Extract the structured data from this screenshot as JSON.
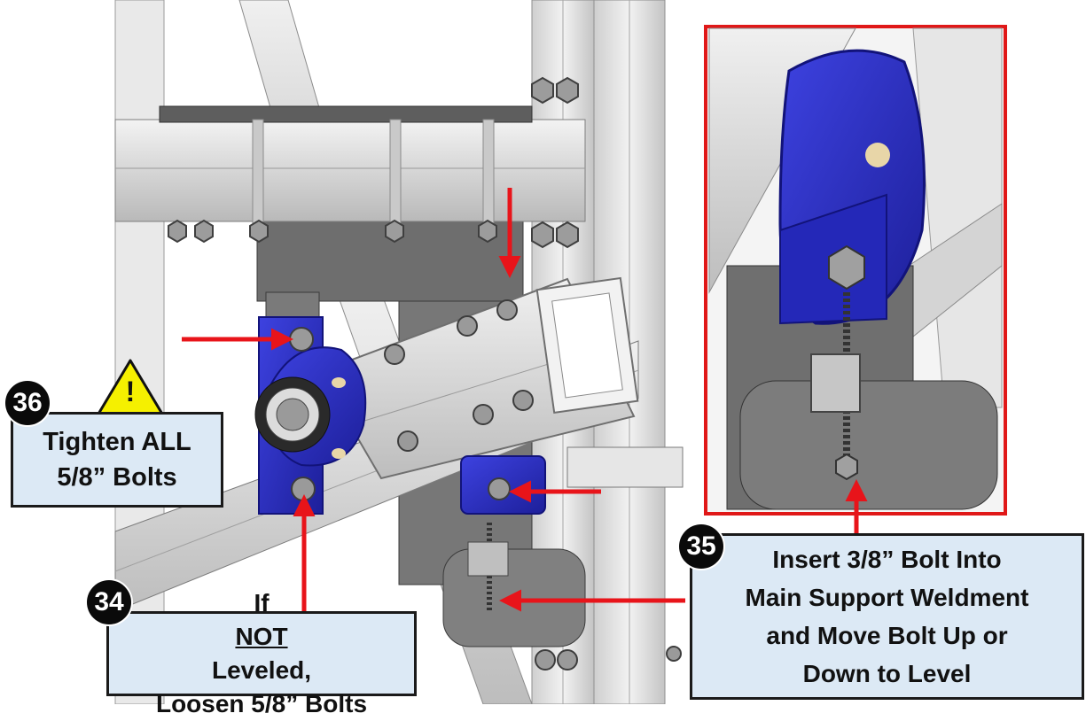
{
  "colors": {
    "arrow": "#e8141a",
    "callout_bg": "#dce9f5",
    "callout_border": "#1a1a1a",
    "badge": "#0a0a0a",
    "bearing_blue": "#2b2fc4",
    "warning_yellow": "#f5f000",
    "steel_light": "#e2e2e2",
    "steel_mid": "#bdbdbd",
    "steel_dark": "#8a8a8a",
    "inset_border": "#e01818"
  },
  "icons": {
    "warning": "warning-triangle-icon",
    "arrows": "red-arrow-icon"
  },
  "steps": {
    "s36": {
      "number": "36",
      "line1": "Tighten ALL",
      "line2": "5/8” Bolts"
    },
    "s34": {
      "number": "34",
      "line1_pre": "If ",
      "line1_emph": "NOT",
      "line1_post": " Leveled,",
      "line2": "Loosen 5/8” Bolts"
    },
    "s35": {
      "number": "35",
      "line1": "Insert 3/8” Bolt Into",
      "line2": "Main Support Weldment",
      "line3": "and Move Bolt Up or",
      "line4": "Down to Level"
    }
  },
  "warning_symbol": "!"
}
